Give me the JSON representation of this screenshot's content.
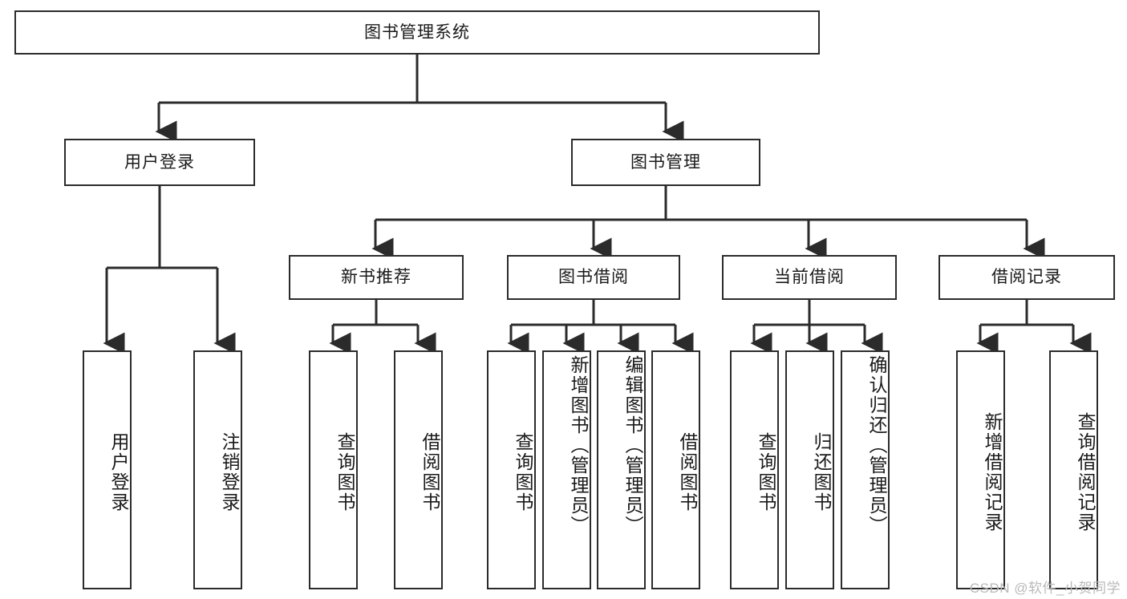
{
  "diagram": {
    "title": "图书管理系统",
    "type": "tree",
    "root": {
      "id": "root",
      "label": "图书管理系统"
    },
    "level2": [
      {
        "id": "user-login",
        "label": "用户登录"
      },
      {
        "id": "book-management",
        "label": "图书管理"
      }
    ],
    "level3": [
      {
        "id": "new-book-recommend",
        "label": "新书推荐"
      },
      {
        "id": "book-borrow",
        "label": "图书借阅"
      },
      {
        "id": "current-borrow",
        "label": "当前借阅"
      },
      {
        "id": "borrow-record",
        "label": "借阅记录"
      }
    ],
    "leaves": {
      "user_login": [
        {
          "id": "leaf-user-login",
          "label": "用户登录"
        },
        {
          "id": "leaf-user-logout",
          "label": "注销登录"
        }
      ],
      "new_book_recommend": [
        {
          "id": "leaf-query-book-1",
          "label": "查询图书"
        },
        {
          "id": "leaf-borrow-book-1",
          "label": "借阅图书"
        }
      ],
      "book_borrow": [
        {
          "id": "leaf-query-book-2",
          "label": "查询图书"
        },
        {
          "id": "leaf-add-book",
          "label": "新增图书（管理员）"
        },
        {
          "id": "leaf-edit-book",
          "label": "编辑图书（管理员）"
        },
        {
          "id": "leaf-borrow-book-2",
          "label": "借阅图书"
        }
      ],
      "current_borrow": [
        {
          "id": "leaf-query-book-3",
          "label": "查询图书"
        },
        {
          "id": "leaf-return-book",
          "label": "归还图书"
        },
        {
          "id": "leaf-confirm-return",
          "label": "确认归还（管理员）"
        }
      ],
      "borrow_record": [
        {
          "id": "leaf-add-record",
          "label": "新增借阅记录"
        },
        {
          "id": "leaf-query-record",
          "label": "查询借阅记录"
        }
      ]
    },
    "colors": {
      "border": "#2b2b2b",
      "background": "#ffffff",
      "text": "#1a1a1a",
      "watermark": "#b9b9b9"
    }
  },
  "watermark": {
    "text": "CSDN @软件_小贺同学"
  }
}
